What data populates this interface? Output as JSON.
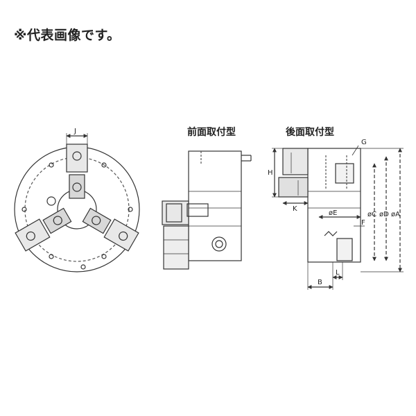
{
  "note": "※代表画像です。",
  "captions": {
    "front_mount": "前面取付型",
    "rear_mount": "後面取付型"
  },
  "dimensions": {
    "J": "J",
    "H": "H",
    "K": "K",
    "G": "G",
    "E": "øE",
    "F": "F",
    "C": "øC",
    "D": "øD",
    "A": "øA",
    "B": "B",
    "L": "L"
  },
  "colors": {
    "line": "#333333",
    "dashed": "#555555"
  }
}
